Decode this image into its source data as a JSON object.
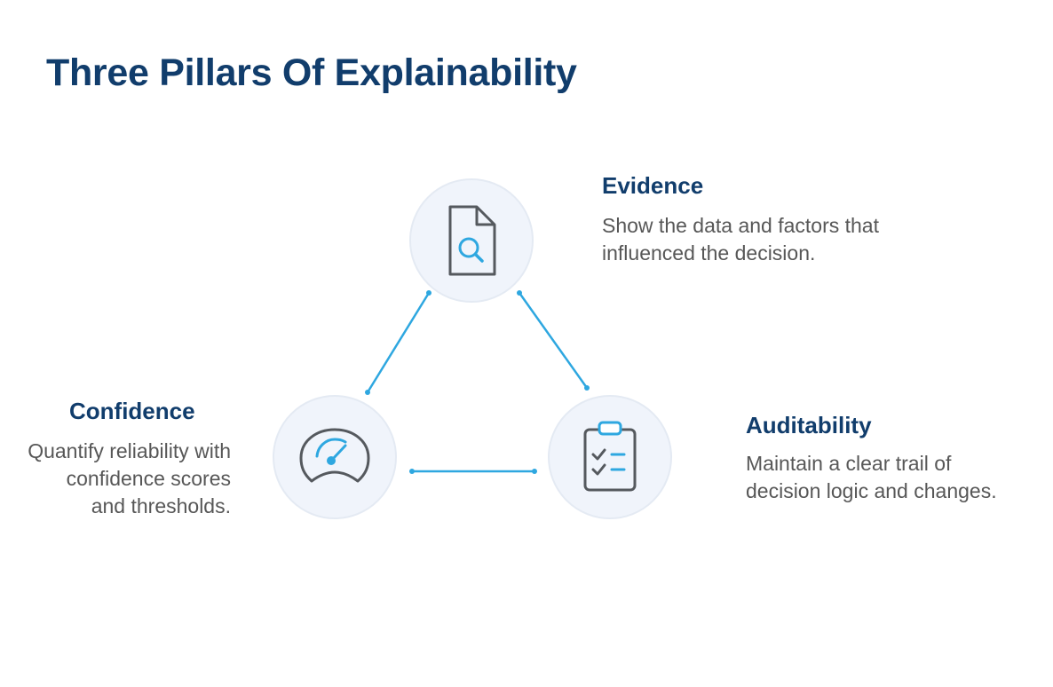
{
  "title": "Three Pillars Of Explainability",
  "colors": {
    "heading": "#113d6c",
    "body_text": "#575757",
    "accent": "#2ea7e0",
    "icon_stroke": "#55595e",
    "node_fill": "#f0f4fb"
  },
  "pillars": {
    "evidence": {
      "heading": "Evidence",
      "description": "Show the data and factors that influenced the decision.",
      "icon": "document-search-icon"
    },
    "confidence": {
      "heading": "Confidence",
      "description": "Quantify reliability with confidence scores and thresholds.",
      "icon": "gauge-icon"
    },
    "auditability": {
      "heading": "Auditability",
      "description": "Maintain a clear trail of decision logic and changes.",
      "icon": "clipboard-checklist-icon"
    }
  }
}
